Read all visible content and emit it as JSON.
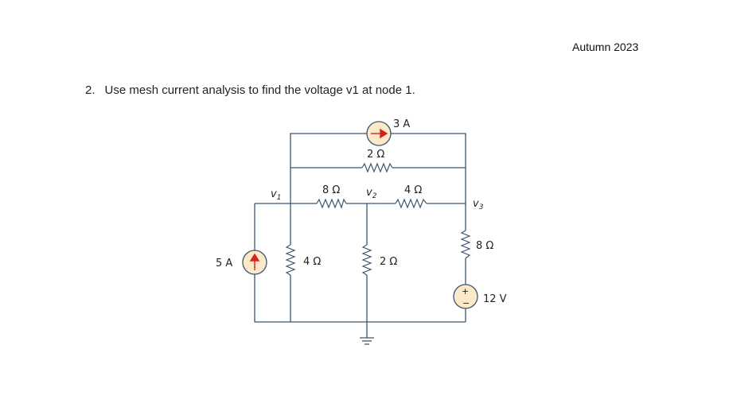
{
  "header": {
    "term": "Autumn 2023"
  },
  "question": {
    "number": "2.",
    "text": "Use mesh current analysis to find the voltage v1 at node 1."
  },
  "circuit": {
    "current_source_top": "3 A",
    "resistor_top": "2 Ω",
    "resistor_8_left": "8 Ω",
    "resistor_4_right": "4 Ω",
    "node_v1_main": "v",
    "node_v1_sub": "1",
    "node_v2_main": "v",
    "node_v2_sub": "2",
    "node_v3_main": "v",
    "node_v3_sub": "3",
    "current_source_left": "5 A",
    "resistor_4_vertical": "4 Ω",
    "resistor_2_vertical": "2 Ω",
    "resistor_8_right": "8 Ω",
    "voltage_source": "12 V",
    "plus_sign": "+",
    "minus_sign": "−",
    "colors": {
      "wire": "#3d566e",
      "source_fill": "#fde8c8",
      "arrow": "#d22222"
    }
  }
}
